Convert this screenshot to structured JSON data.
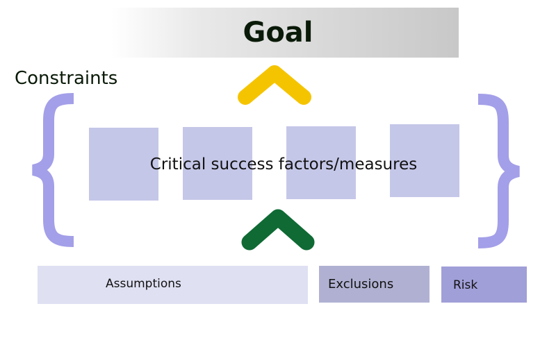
{
  "goal": {
    "title": "Goal"
  },
  "constraints": {
    "label": "Constraints"
  },
  "csf": {
    "label": "Critical success factors/measures"
  },
  "bottom": {
    "assumptions": "Assumptions",
    "exclusions": "Exclusions",
    "risk": "Risk"
  },
  "colors": {
    "brace": "#a39fe8",
    "csf_box": "#c5c7e8",
    "top_chevron": "#f5c400",
    "bottom_chevron": "#0f6a34"
  }
}
